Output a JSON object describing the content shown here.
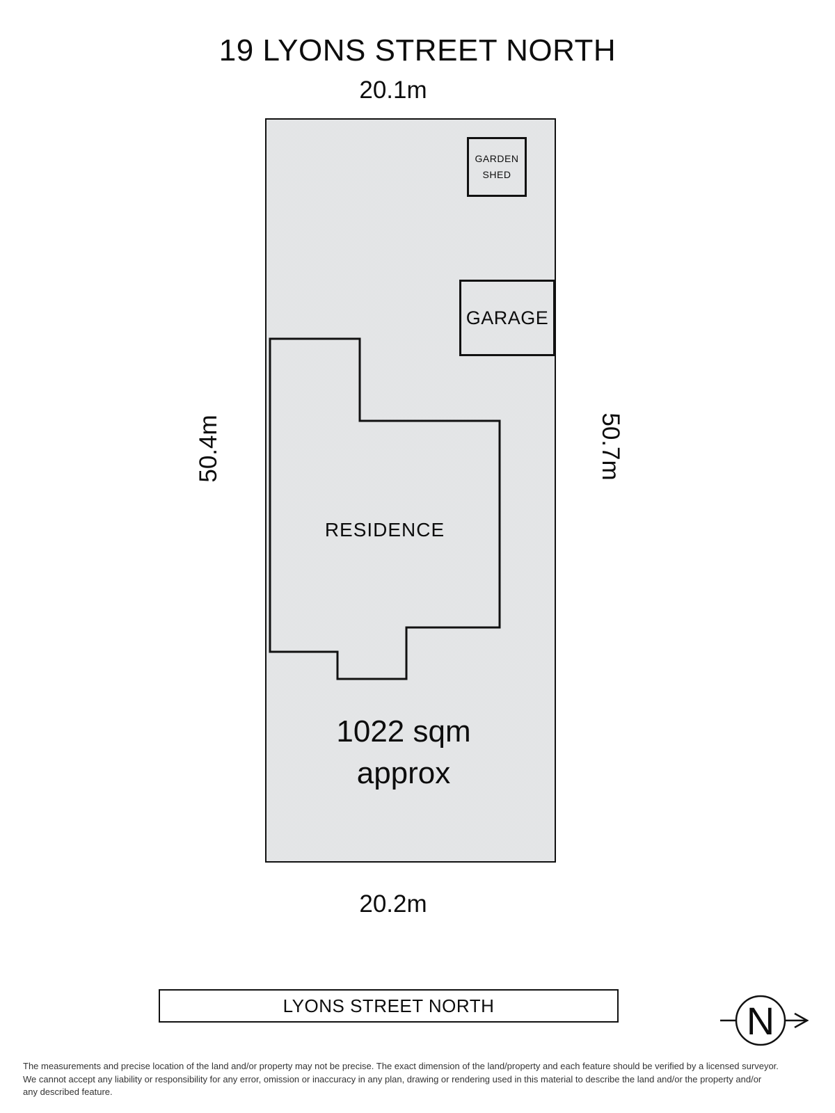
{
  "page": {
    "title": "19 LYONS STREET NORTH"
  },
  "dimensions": {
    "top": "20.1m",
    "bottom": "20.2m",
    "left": "50.4m",
    "right": "50.7m"
  },
  "lot": {
    "area_line1": "1022 sqm",
    "area_line2": "approx"
  },
  "buildings": {
    "garden_shed": {
      "line1": "GARDEN",
      "line2": "SHED"
    },
    "garage": {
      "label": "GARAGE"
    },
    "residence": {
      "label": "RESIDENCE"
    }
  },
  "street": {
    "label": "LYONS STREET NORTH"
  },
  "compass": {
    "north_label": "N"
  },
  "disclaimer": {
    "line1": "The measurements and precise location of the land and/or property may not be precise. The exact dimension of the land/property and each feature should be verified by a licensed surveyor.",
    "line2": "We cannot accept any liability or responsibility for any error, omission or inaccuracy in any plan, drawing or rendering used in this material to describe the land and/or the property and/or",
    "line3": "any described feature."
  },
  "colors": {
    "lot_fill": "#e4e5e6",
    "line": "#111111"
  }
}
